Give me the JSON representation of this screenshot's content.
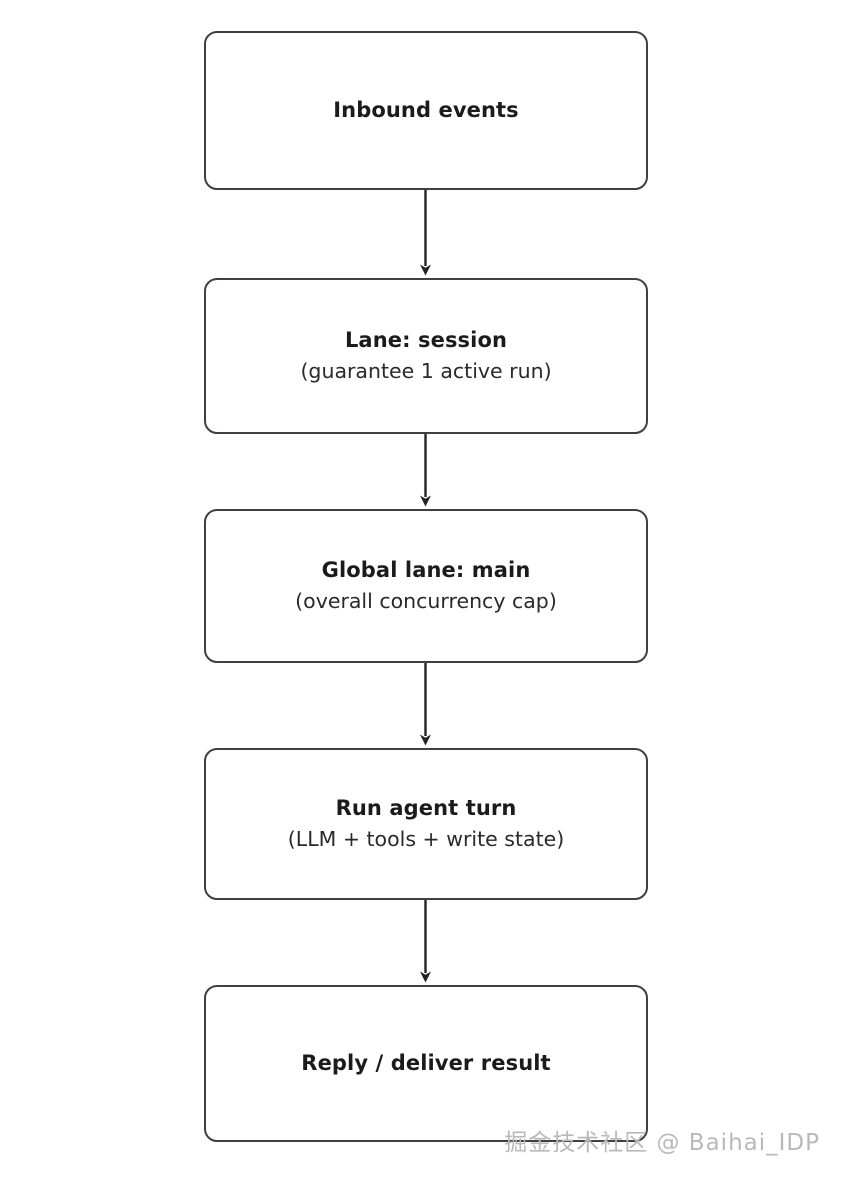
{
  "diagram": {
    "type": "flowchart",
    "direction": "top-to-bottom",
    "background_color": "#ffffff",
    "node_stroke_color": "#3f3f46",
    "node_fill_color": "#ffffff",
    "edge_color": "#232326",
    "title_color": "#1b1b1d",
    "subtitle_color": "#2a2a2c",
    "nodes": [
      {
        "title": "Inbound events",
        "subtitle": ""
      },
      {
        "title": "Lane: session",
        "subtitle": "(guarantee 1 active run)"
      },
      {
        "title": "Global lane: main",
        "subtitle": "(overall concurrency cap)"
      },
      {
        "title": "Run agent turn",
        "subtitle": "(LLM + tools + write state)"
      },
      {
        "title": "Reply / deliver result",
        "subtitle": ""
      }
    ],
    "edges": [
      {
        "from": "Inbound events",
        "to": "Lane: session",
        "label": ""
      },
      {
        "from": "Lane: session",
        "to": "Global lane: main",
        "label": ""
      },
      {
        "from": "Global lane: main",
        "to": "Run agent turn",
        "label": ""
      },
      {
        "from": "Run agent turn",
        "to": "Reply / deliver result",
        "label": ""
      }
    ]
  },
  "watermark": {
    "text": "掘金技术社区 @ Baihai_IDP",
    "color": "#b9b9bb"
  }
}
